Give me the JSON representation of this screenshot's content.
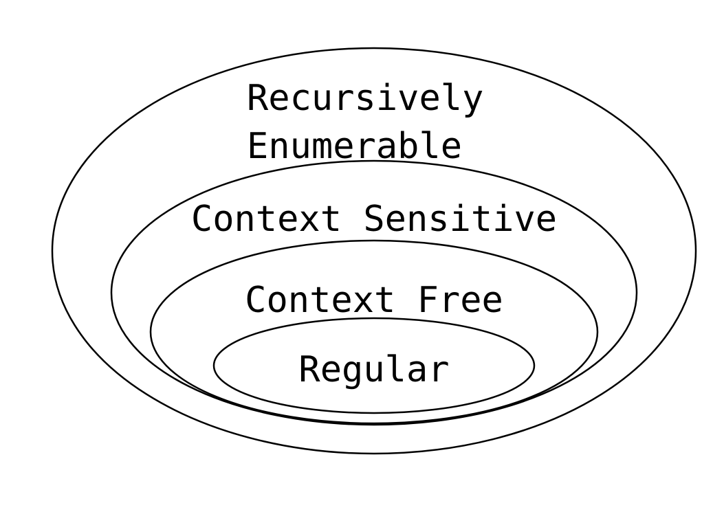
{
  "diagram": {
    "levels": {
      "recursively_enumerable": {
        "line1": "Recursively",
        "line2": "Enumerable"
      },
      "context_sensitive": {
        "label": "Context Sensitive"
      },
      "context_free": {
        "label": "Context Free"
      },
      "regular": {
        "label": "Regular"
      }
    },
    "colors": {
      "stroke": "#000000",
      "background": "#ffffff",
      "text": "#000000"
    }
  }
}
